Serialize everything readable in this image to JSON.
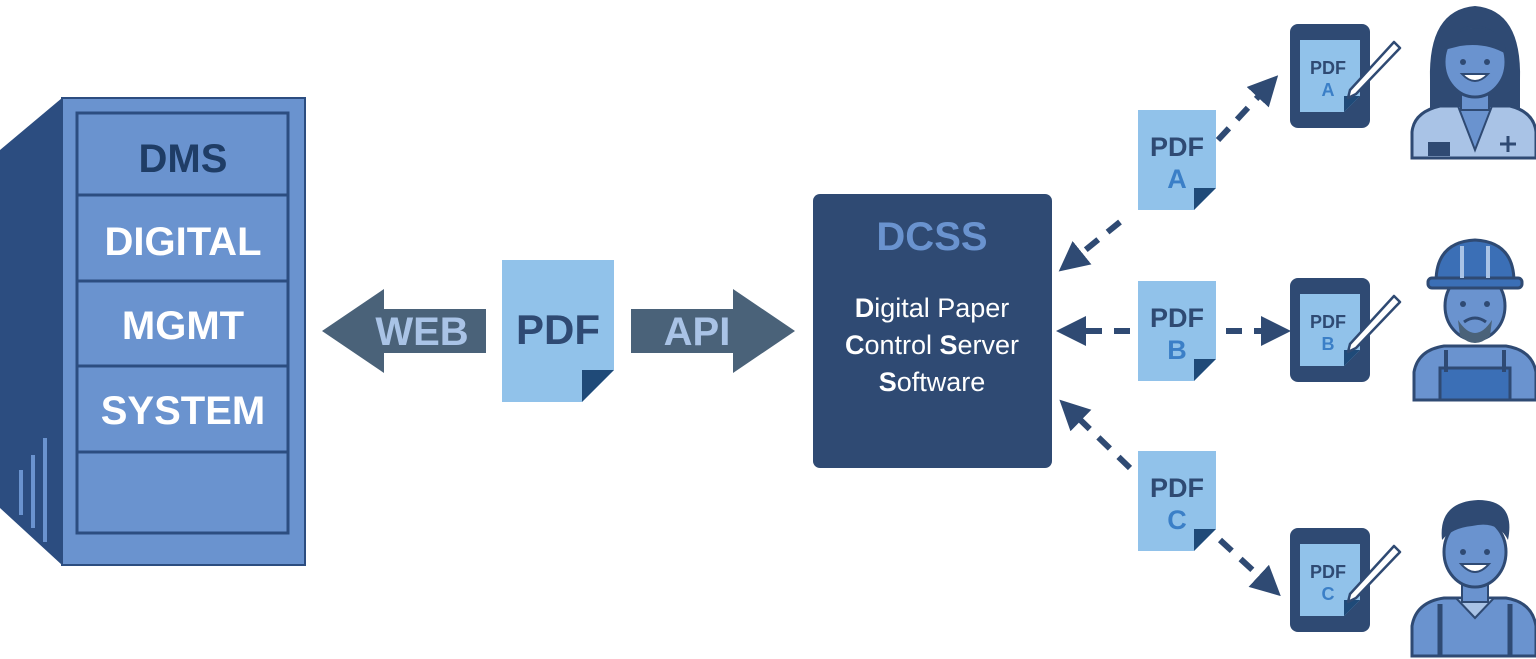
{
  "dms_server": {
    "lines": [
      "DMS",
      "DIGITAL",
      "MGMT",
      "SYSTEM"
    ]
  },
  "center_pdf": {
    "label": "PDF"
  },
  "arrows": {
    "left_label": "WEB",
    "right_label": "API"
  },
  "dcss": {
    "title": "DCSS",
    "line1_initial": "D",
    "line1_rest": "igital Paper",
    "line2_initial_a": "C",
    "line2_mid": "ontrol ",
    "line2_initial_b": "S",
    "line2_rest": "erver",
    "line3_initial": "S",
    "line3_rest": "oftware"
  },
  "documents": [
    {
      "pdf": "PDF",
      "letter": "A"
    },
    {
      "pdf": "PDF",
      "letter": "B"
    },
    {
      "pdf": "PDF",
      "letter": "C"
    }
  ],
  "tablets": [
    {
      "pdf": "PDF",
      "letter": "A"
    },
    {
      "pdf": "PDF",
      "letter": "B"
    },
    {
      "pdf": "PDF",
      "letter": "C"
    }
  ],
  "people": [
    {
      "icon": "doctor-icon"
    },
    {
      "icon": "construction-worker-icon"
    },
    {
      "icon": "office-man-icon"
    }
  ],
  "colors": {
    "dark_navy": "#2f4a73",
    "server_blue": "#6a93cf",
    "server_dark": "#2c4d80",
    "light_blue": "#91c2ea",
    "arrow_slate": "#4a6279",
    "label_light": "#a9c3e6"
  }
}
